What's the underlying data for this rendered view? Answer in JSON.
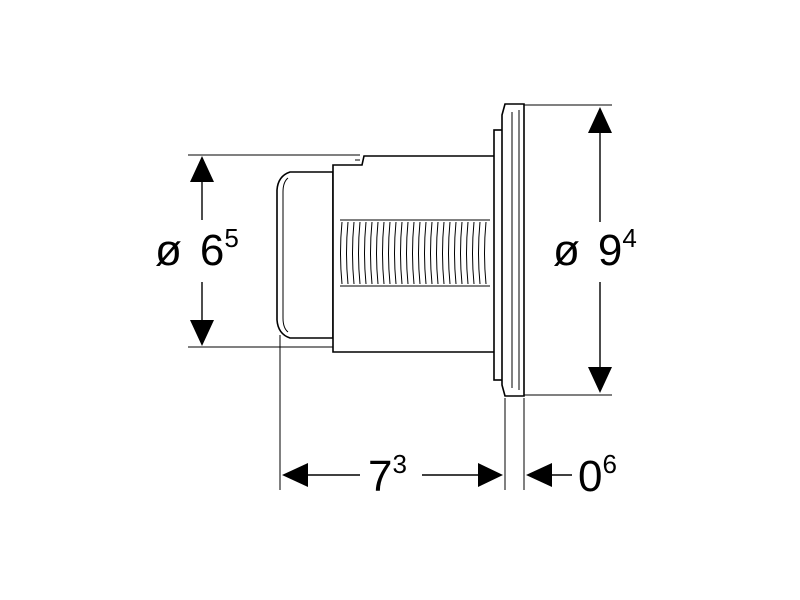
{
  "dimensions": {
    "diameter_small": {
      "symbol": "ø",
      "whole": "6",
      "fraction": "5"
    },
    "diameter_large": {
      "symbol": "ø",
      "whole": "9",
      "fraction": "4"
    },
    "depth": {
      "whole": "7",
      "fraction": "3"
    },
    "plate_thickness": {
      "whole": "0",
      "fraction": "6"
    }
  }
}
